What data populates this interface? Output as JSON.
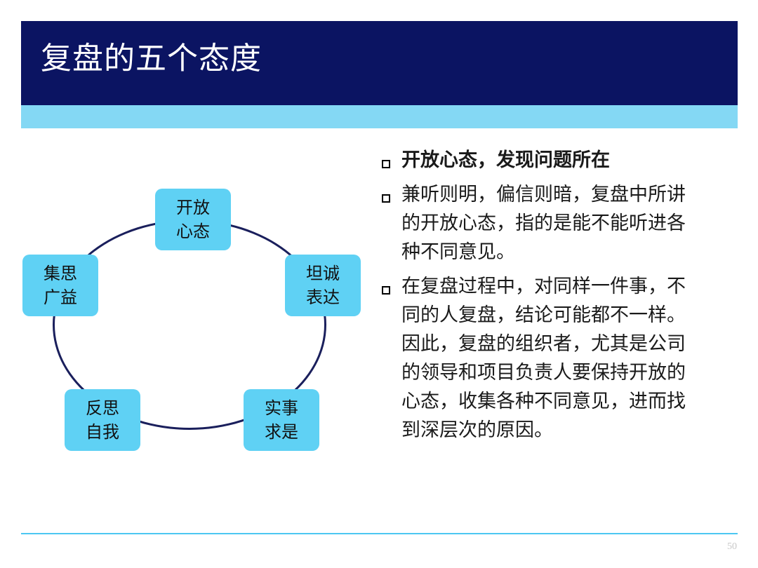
{
  "slide": {
    "title": "复盘的五个态度",
    "page_number": "50"
  },
  "diagram": {
    "nodes": [
      {
        "line1": "开放",
        "line2": "心态"
      },
      {
        "line1": "坦诚",
        "line2": "表达"
      },
      {
        "line1": "实事",
        "line2": "求是"
      },
      {
        "line1": "反思",
        "line2": "自我"
      },
      {
        "line1": "集思",
        "line2": "广益"
      }
    ]
  },
  "bullets": [
    {
      "lines": [
        "开放心态，发现问题所在"
      ]
    },
    {
      "lines": [
        "兼听则明，偏信则暗，复盘中所讲",
        "的开放心态，指的是能不能听进各",
        "种不同意见。"
      ]
    },
    {
      "lines": [
        "在复盘过程中，对同样一件事，不",
        "同的人复盘，结论可能都不一样。",
        "因此，复盘的组织者，尤其是公司",
        "的领导和项目负责人要保持开放的",
        "心态，收集各种不同意见，进而找",
        "到深层次的原因。"
      ]
    }
  ],
  "colors": {
    "header_background": "#0b1462",
    "header_stripe": "#84d8f4",
    "node_fill": "#5fd1f4",
    "ring_stroke": "#1a1f5c",
    "footer_line": "#4cc7f2"
  }
}
